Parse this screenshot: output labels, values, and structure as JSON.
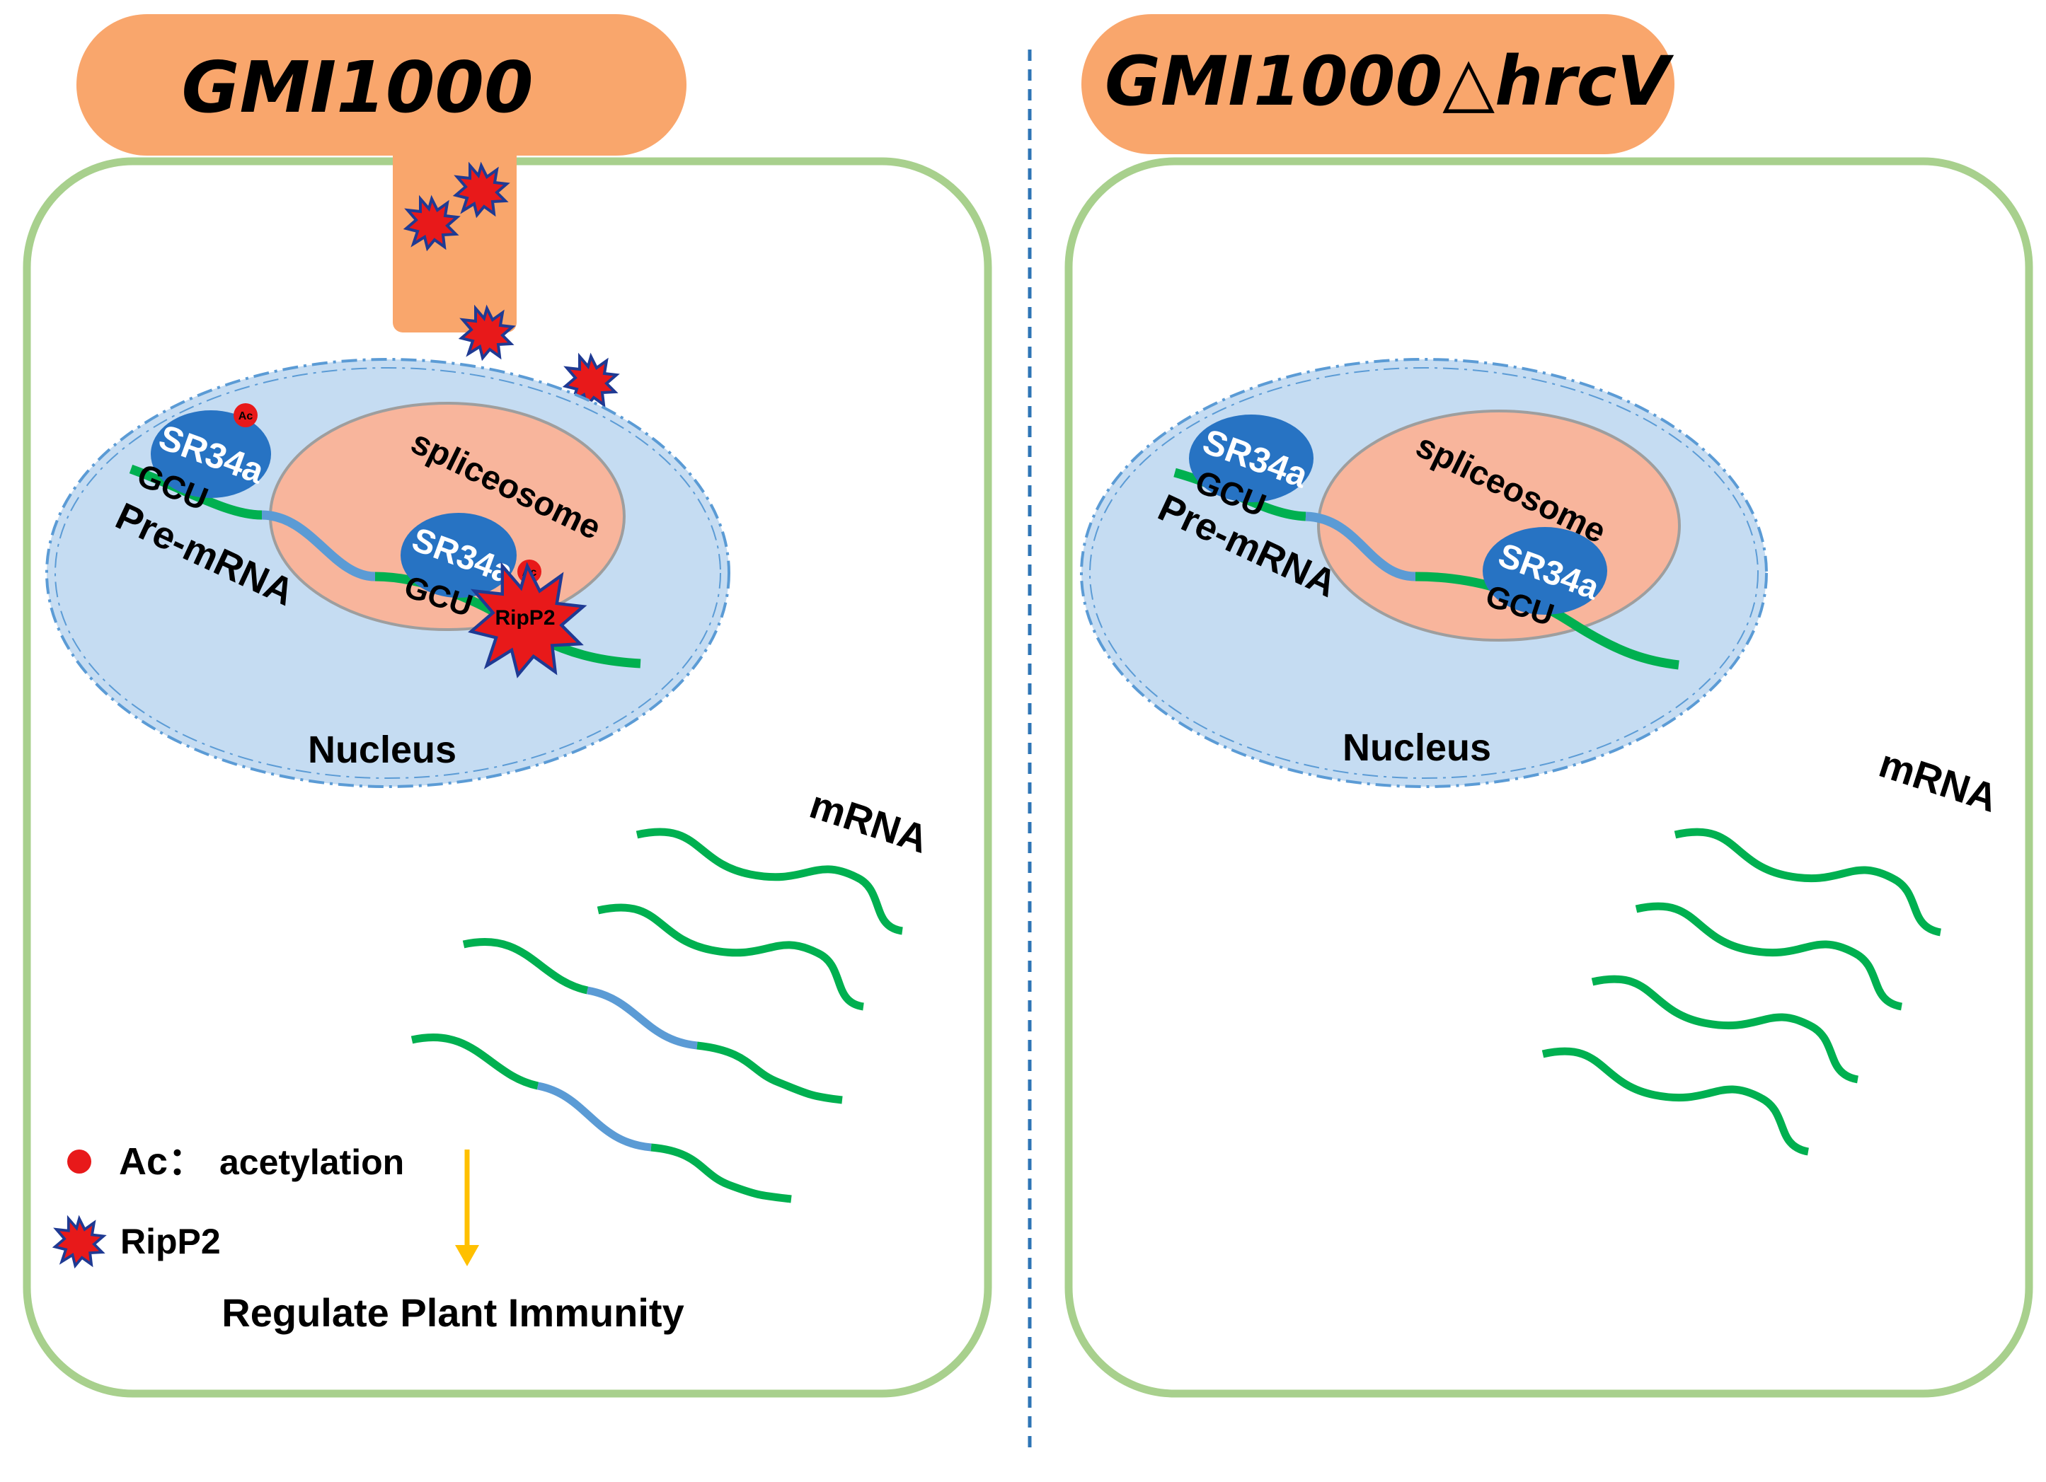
{
  "colors": {
    "bacterium": "#F9A66C",
    "cell_wall": "#A8D08D",
    "nucleus": "#C5DCF2",
    "nucleus_border": "#5B9BD5",
    "spliceosome": "#F8B59C",
    "sr34a": "#2773C3",
    "rna_green": "#00B050",
    "rna_blue": "#5B9BD5",
    "acetyl": "#E8191A",
    "ripp2": "#E8191A",
    "ripp2_outline": "#1F3A93",
    "divider": "#2E75B6",
    "arrow": "#FFC000"
  },
  "left_panel": {
    "strain": "GMI1000",
    "sr34a_label": "SR34a",
    "ac_label": "Ac",
    "gcu_label": "GCU",
    "pre_mrna_label": "Pre-mRNA",
    "spliceosome_label": "spliceosome",
    "ripp2_label": "RipP2",
    "nucleus_label": "Nucleus",
    "mrna_label": "mRNA"
  },
  "right_panel": {
    "strain": "GMI1000△hrcV",
    "sr34a_label": "SR34a",
    "gcu_label": "GCU",
    "pre_mrna_label": "Pre-mRNA",
    "spliceosome_label": "spliceosome",
    "nucleus_label": "Nucleus",
    "mrna_label": "mRNA"
  },
  "legend": {
    "ac_term": "Ac：",
    "ac_desc": "acetylation",
    "ripp2_term": "RipP2",
    "outcome": "Regulate Plant Immunity"
  }
}
